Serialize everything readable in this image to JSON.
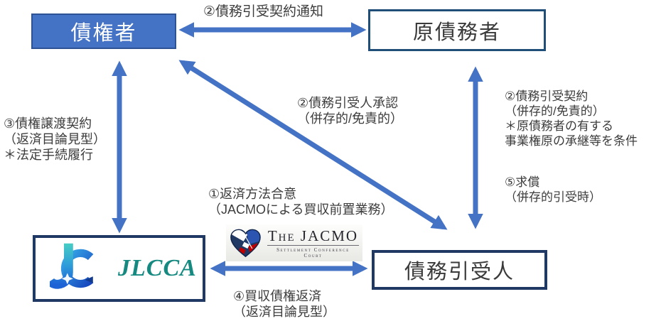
{
  "nodes": {
    "creditor": "債権者",
    "original_debtor": "原債務者",
    "jlcca": "JLCCA",
    "debt_assumer": "債務引受人"
  },
  "labels": {
    "notice": [
      "②債務引受契約通知"
    ],
    "assignment": [
      "③債権譲渡契約",
      "（返済目論見型）",
      "＊法定手続履行"
    ],
    "approval": [
      "②債務引受人承認",
      "（併存的/免責的）"
    ],
    "assumption_contract": [
      "②債務引受契約",
      "（併存的/免責的）",
      "＊原債務者の有する",
      "事業権原の承継等を条件"
    ],
    "recourse": [
      "⑤求償",
      "（併存的引受時）"
    ],
    "repayment_agreement": [
      "①返済方法合意",
      "（JACMOによる買収前置業務）"
    ],
    "purchased_claim_repayment": [
      "④買収債権返済",
      "（返済目論見型）"
    ]
  },
  "jacmo_logo": {
    "title": "The JACMO",
    "subtitle": "Settlement Conference Court"
  },
  "colors": {
    "arrow": "#4472C4",
    "creditor_fill": "#4472C4",
    "creditor_border": "#2E5395",
    "box_border_dark": "#1F3864",
    "jlcca_green": "#168980",
    "jacmo_navy": "#1F3864",
    "jacmo_red": "#C00000",
    "label_text": "#3C3C3C"
  }
}
